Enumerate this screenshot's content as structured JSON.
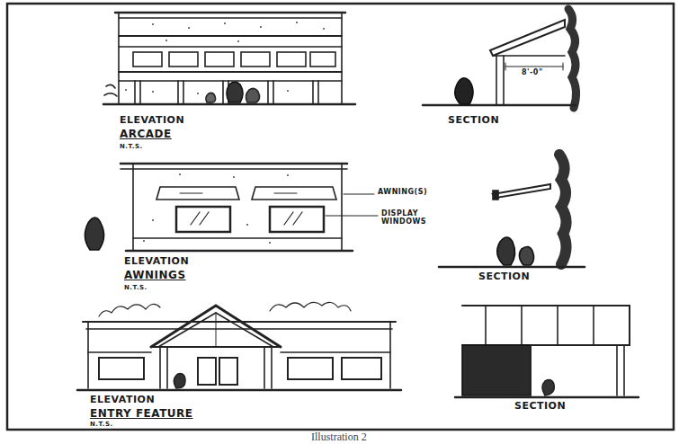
{
  "diagram": {
    "caption": "Illustration 2",
    "labels": [
      "ELEVATION",
      "ARCADE",
      "N.T.S.",
      "SECTION",
      "8'-0\"",
      "ELEVATION",
      "AWNINGS",
      "N.T.S.",
      "AWNING(S)",
      "DISPLAY WINDOWS",
      "SECTION",
      "ELEVATION",
      "ENTRY FEATURE",
      "N.T.S.",
      "SECTION"
    ]
  }
}
